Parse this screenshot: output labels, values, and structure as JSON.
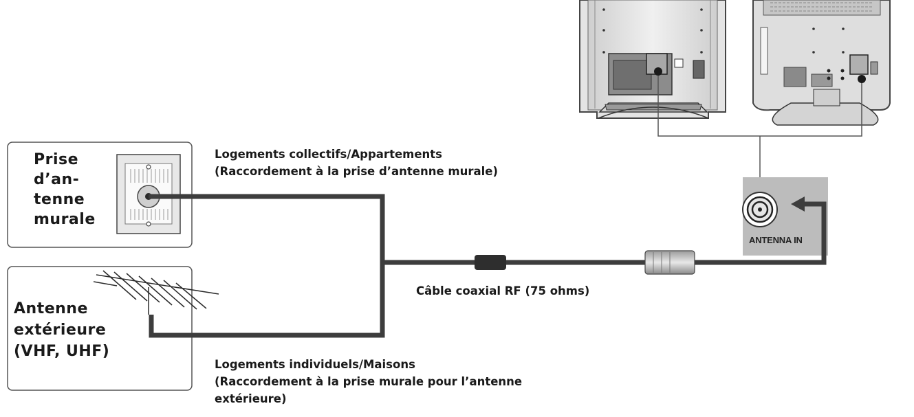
{
  "wall_jack": {
    "label": "Prise\nd’an-\ntenne\nmurale"
  },
  "outdoor_antenna": {
    "label": "Antenne\nextérieure\n(VHF, UHF)"
  },
  "captions": {
    "multi_dwelling": "Logements collectifs/Appartements\n(Raccordement à la prise d’antenne murale)",
    "single_family": "Logements individuels/Maisons\n(Raccordement à la prise murale pour l’antenne\nextérieure)",
    "coax_cable": "Câble coaxial RF (75 ohms)"
  },
  "antenna_port": {
    "label": "ANTENNA IN"
  },
  "colors": {
    "cable": "#3d3d3d",
    "panel": "#bcbcbc",
    "tv_body": "#dcdcdc",
    "outline": "#555555"
  }
}
